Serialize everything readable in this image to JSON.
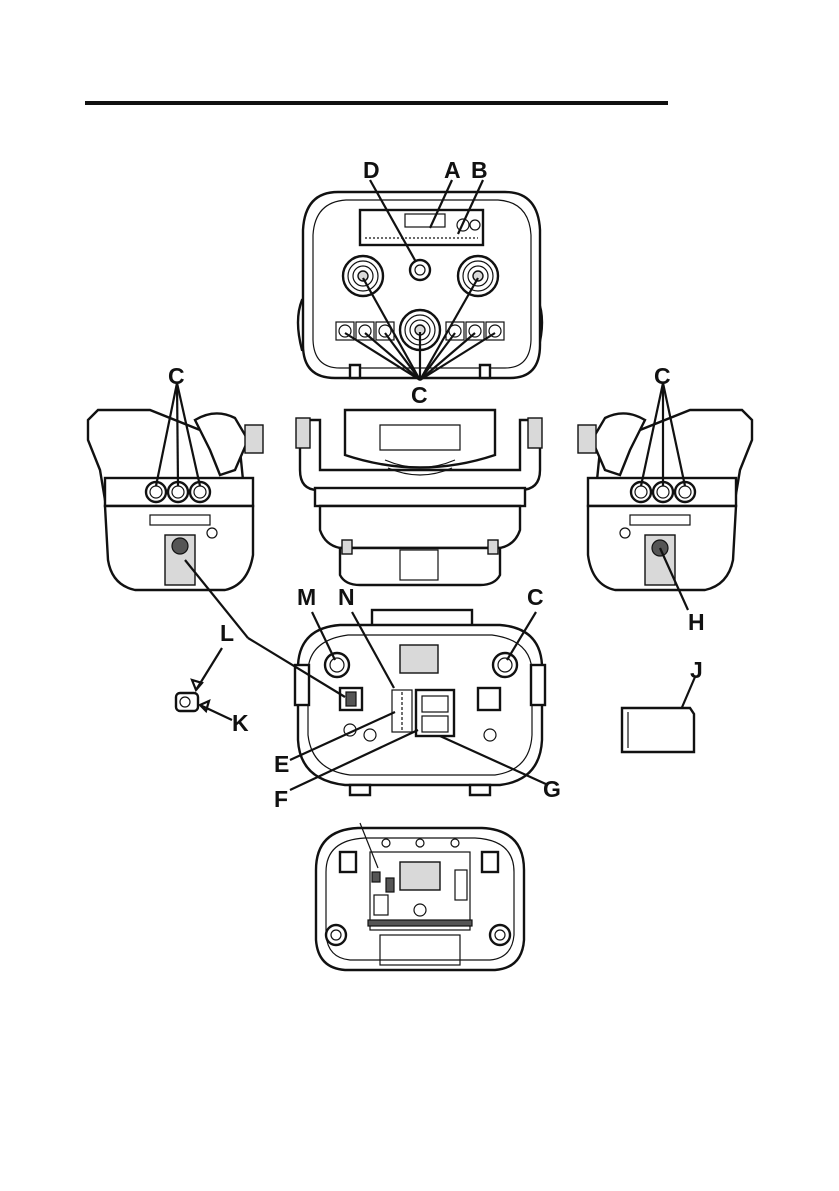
{
  "labels": {
    "a": "A",
    "b": "B",
    "c": "C",
    "d": "D",
    "e": "E",
    "f": "F",
    "g": "G",
    "h": "H",
    "j": "J",
    "k": "K",
    "l": "L",
    "m": "M",
    "n": "N"
  },
  "colors": {
    "line": "#111111",
    "fill": "#ffffff",
    "shade": "#d9d9d9"
  }
}
